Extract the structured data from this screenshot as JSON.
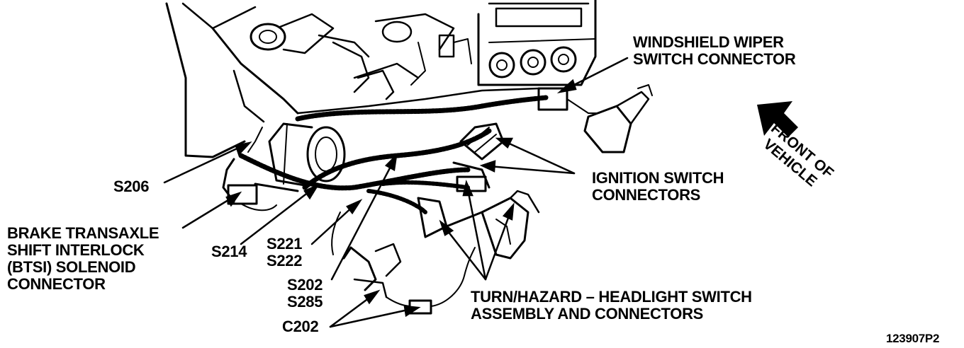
{
  "labels": {
    "windshield_wiper": [
      "WINDSHIELD WIPER",
      "SWITCH CONNECTOR"
    ],
    "front_of_vehicle": [
      "FRONT OF",
      "VEHICLE"
    ],
    "ignition_switch": [
      "IGNITION SWITCH",
      "CONNECTORS"
    ],
    "s206": "S206",
    "btsi": [
      "BRAKE TRANSAXLE",
      "SHIFT INTERLOCK",
      "(BTSI) SOLENOID",
      "CONNECTOR"
    ],
    "s214": "S214",
    "s221_s222": [
      "S221",
      "S222"
    ],
    "s202_s285": [
      "S202",
      "S285"
    ],
    "c202": "C202",
    "turn_hazard": [
      "TURN/HAZARD – HEADLIGHT SWITCH",
      "ASSEMBLY AND CONNECTORS"
    ],
    "figure_id": "123907P2"
  },
  "colors": {
    "ink": "#000000",
    "paper": "#ffffff"
  }
}
